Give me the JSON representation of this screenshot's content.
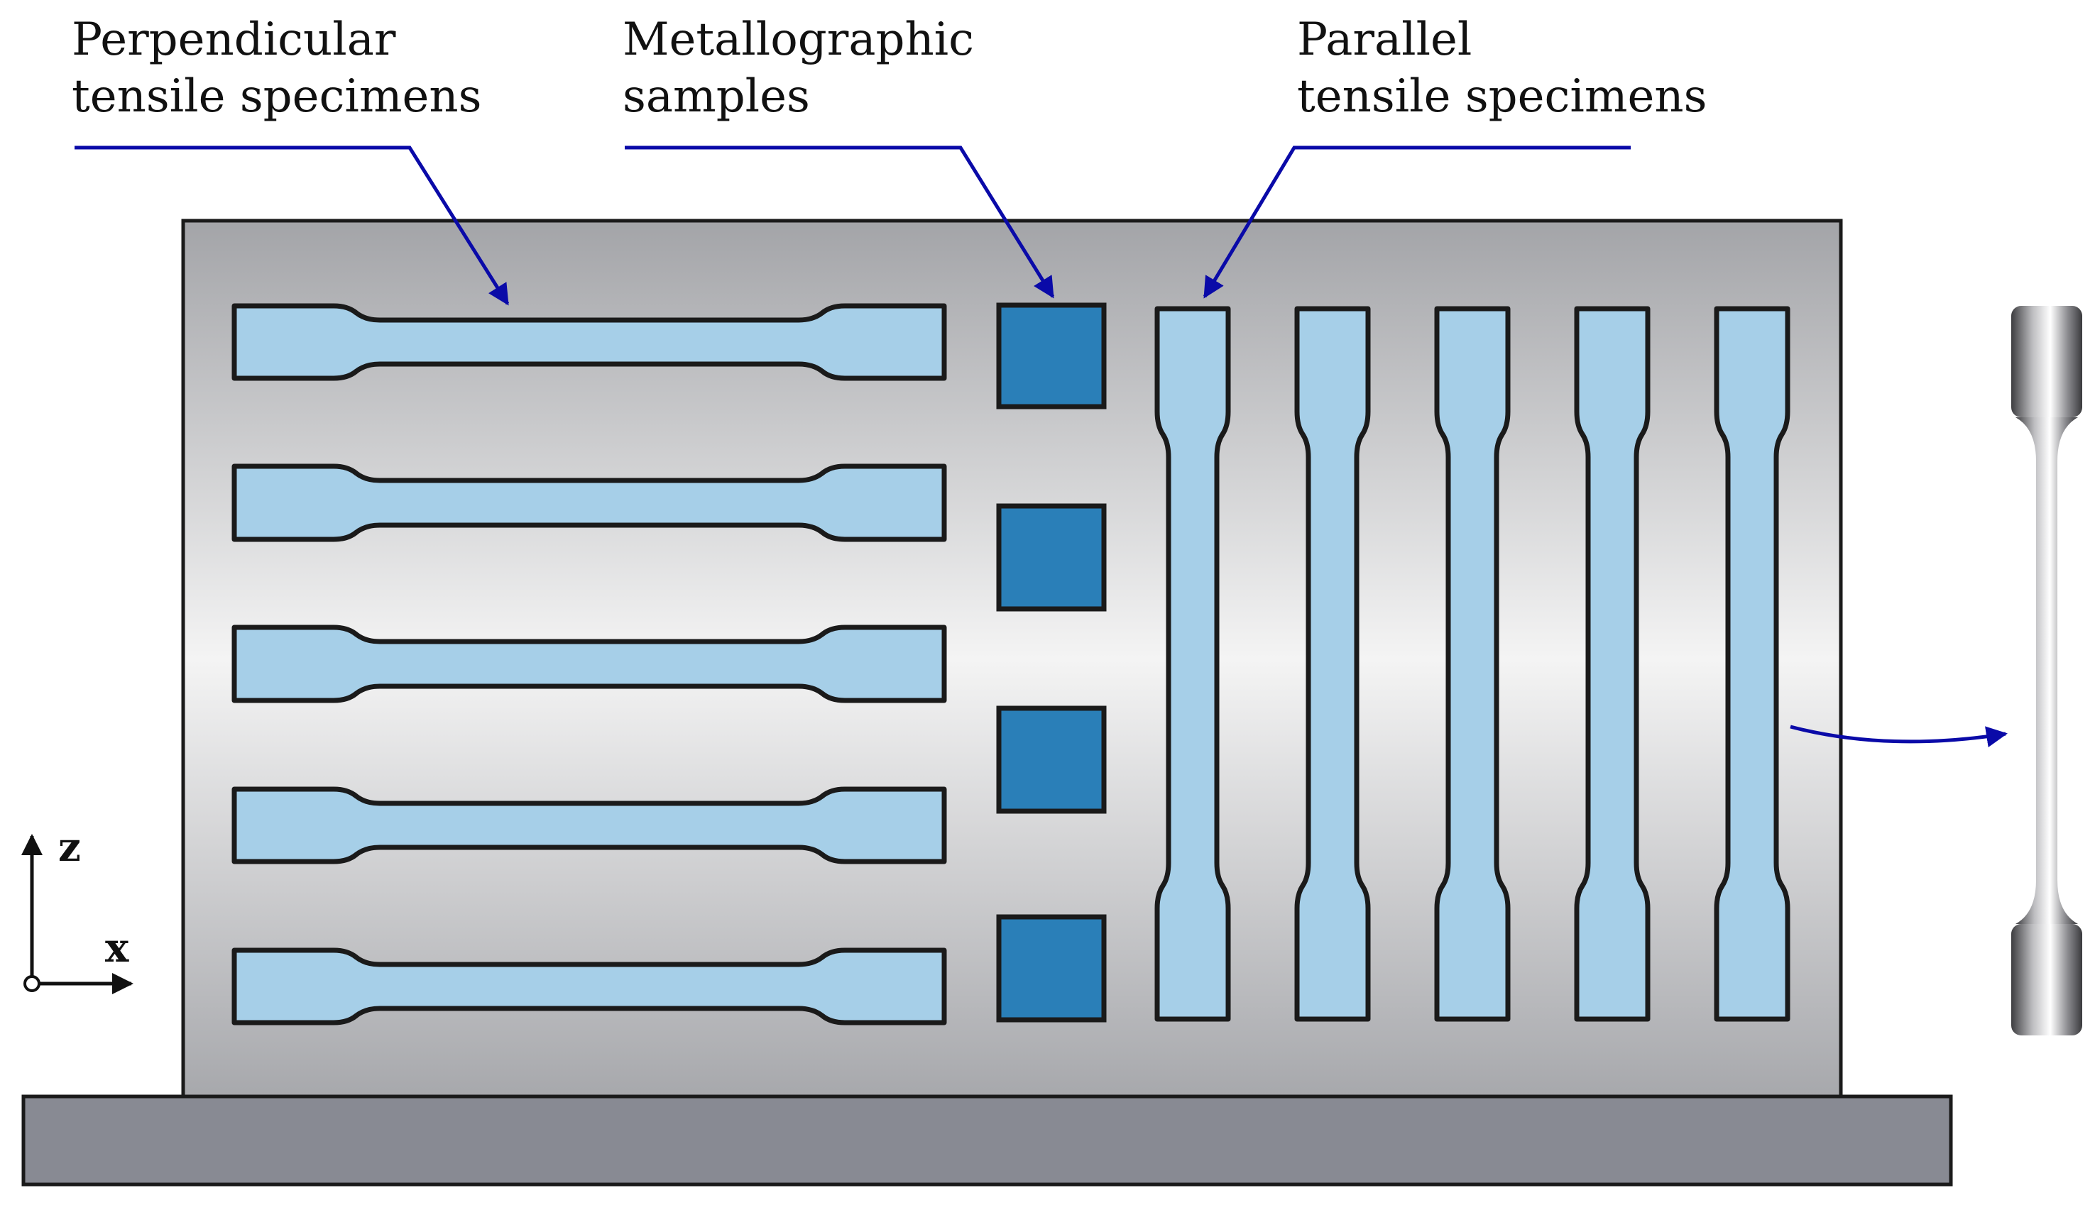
{
  "labels": {
    "perpendicular": {
      "line1": "Perpendicular",
      "line2": "tensile specimens"
    },
    "metallographic": {
      "line1": "Metallographic",
      "line2": "samples"
    },
    "parallel": {
      "line1": "Parallel",
      "line2": "tensile specimens"
    }
  },
  "axes": {
    "vertical": "z",
    "horizontal": "x"
  },
  "colors": {
    "specimen_fill": "#a6cfe8",
    "sample_fill": "#2a7fb8",
    "outline": "#1a1a1a",
    "leader_line": "#0a0aa8",
    "baseplate": "#888a93"
  },
  "counts": {
    "perpendicular_specimens": 5,
    "metallographic_samples": 4,
    "parallel_specimens": 5
  }
}
